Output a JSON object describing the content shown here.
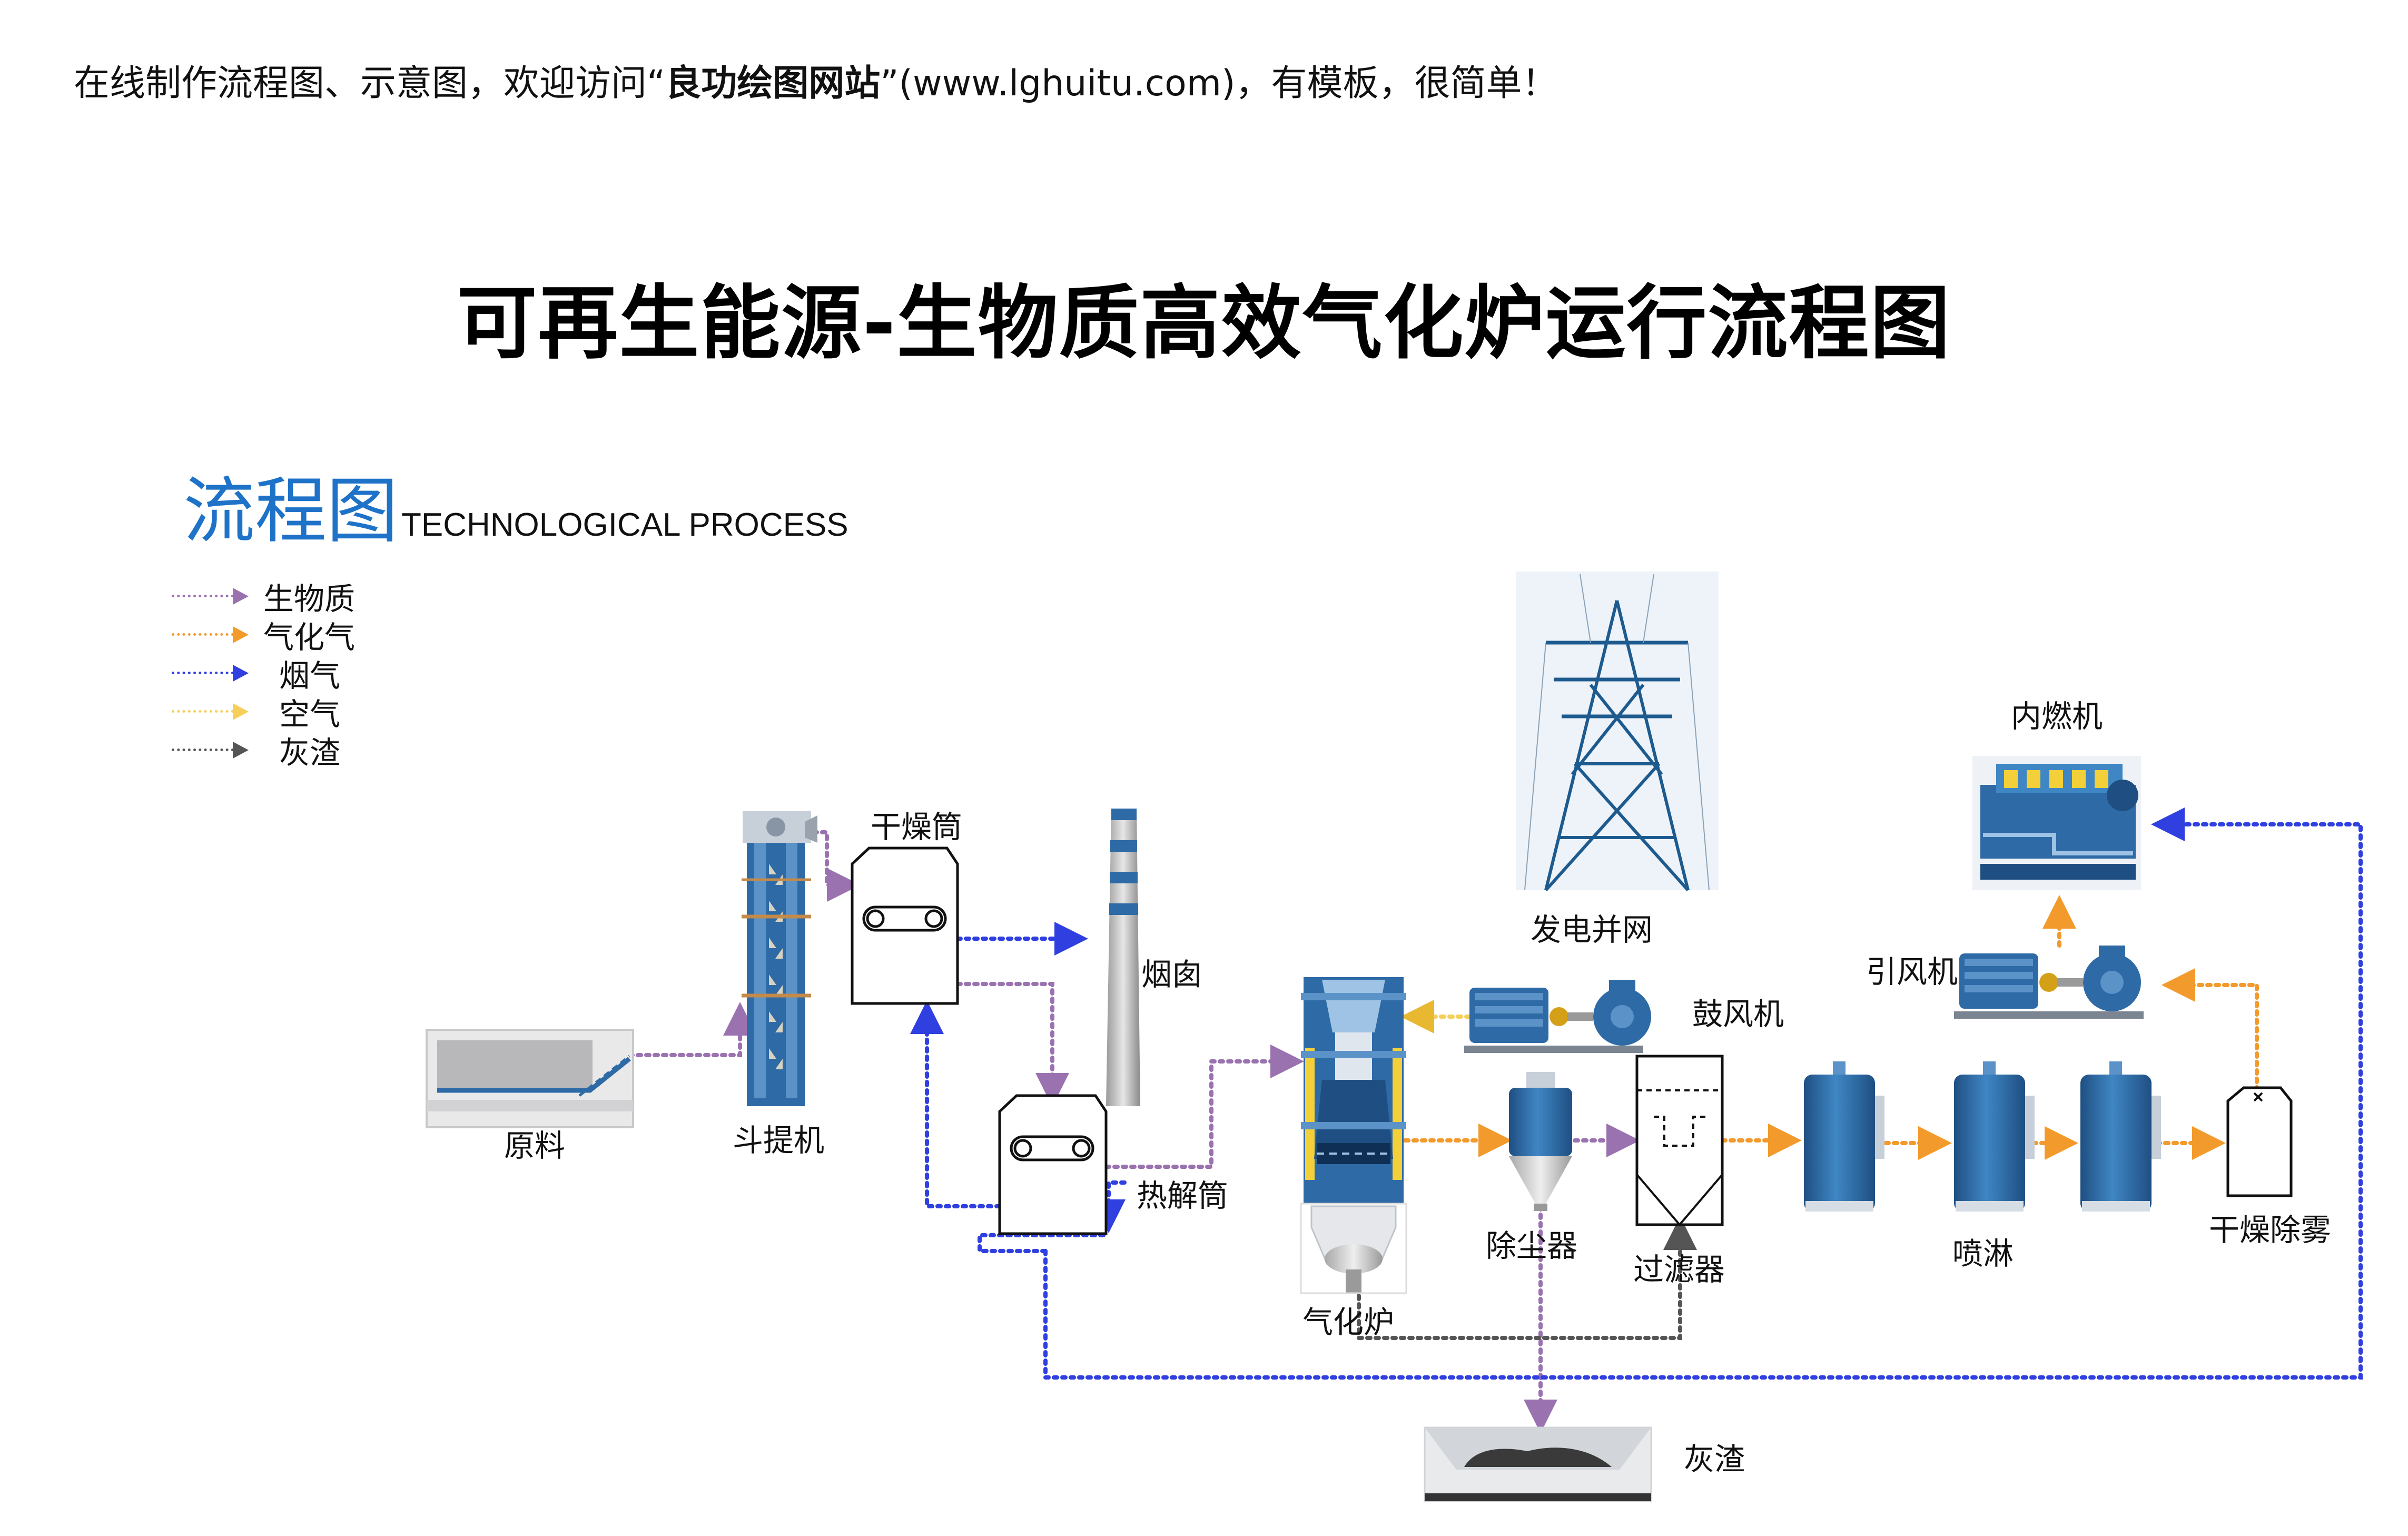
{
  "banner": {
    "prefix": "在线制作流程图、示意图，欢迎访问“",
    "site": "良功绘图网站",
    "suffix": "”(www.lghuitu.com)，有模板，很简单！"
  },
  "title": "可再生能源-生物质高效气化炉运行流程图",
  "section": {
    "cn": "流程图",
    "en": "TECHNOLOGICAL PROCESS"
  },
  "colors": {
    "biomass": "#9b72b0",
    "gas": "#f39a2c",
    "flue": "#2f3fe0",
    "air": "#f6cf5a",
    "ash": "#555555",
    "equipment": "#2e6aa6"
  },
  "legend": [
    {
      "label": "生物质",
      "color": "#9b72b0"
    },
    {
      "label": "气化气",
      "color": "#f39a2c"
    },
    {
      "label": "烟气",
      "color": "#2f3fe0"
    },
    {
      "label": "空气",
      "color": "#f6cf5a"
    },
    {
      "label": "灰渣",
      "color": "#555555"
    }
  ],
  "labels": {
    "raw": "原料",
    "elevator": "斗提机",
    "dryer": "干燥筒",
    "chimney": "烟囱",
    "pyrolysis": "热解筒",
    "gasifier": "气化炉",
    "blower": "鼓风机",
    "dust": "除尘器",
    "filter": "过滤器",
    "spray": "喷淋",
    "demist": "干燥除雾",
    "fan": "引风机",
    "engine": "内燃机",
    "grid": "发电并网",
    "ash": "灰渣"
  }
}
